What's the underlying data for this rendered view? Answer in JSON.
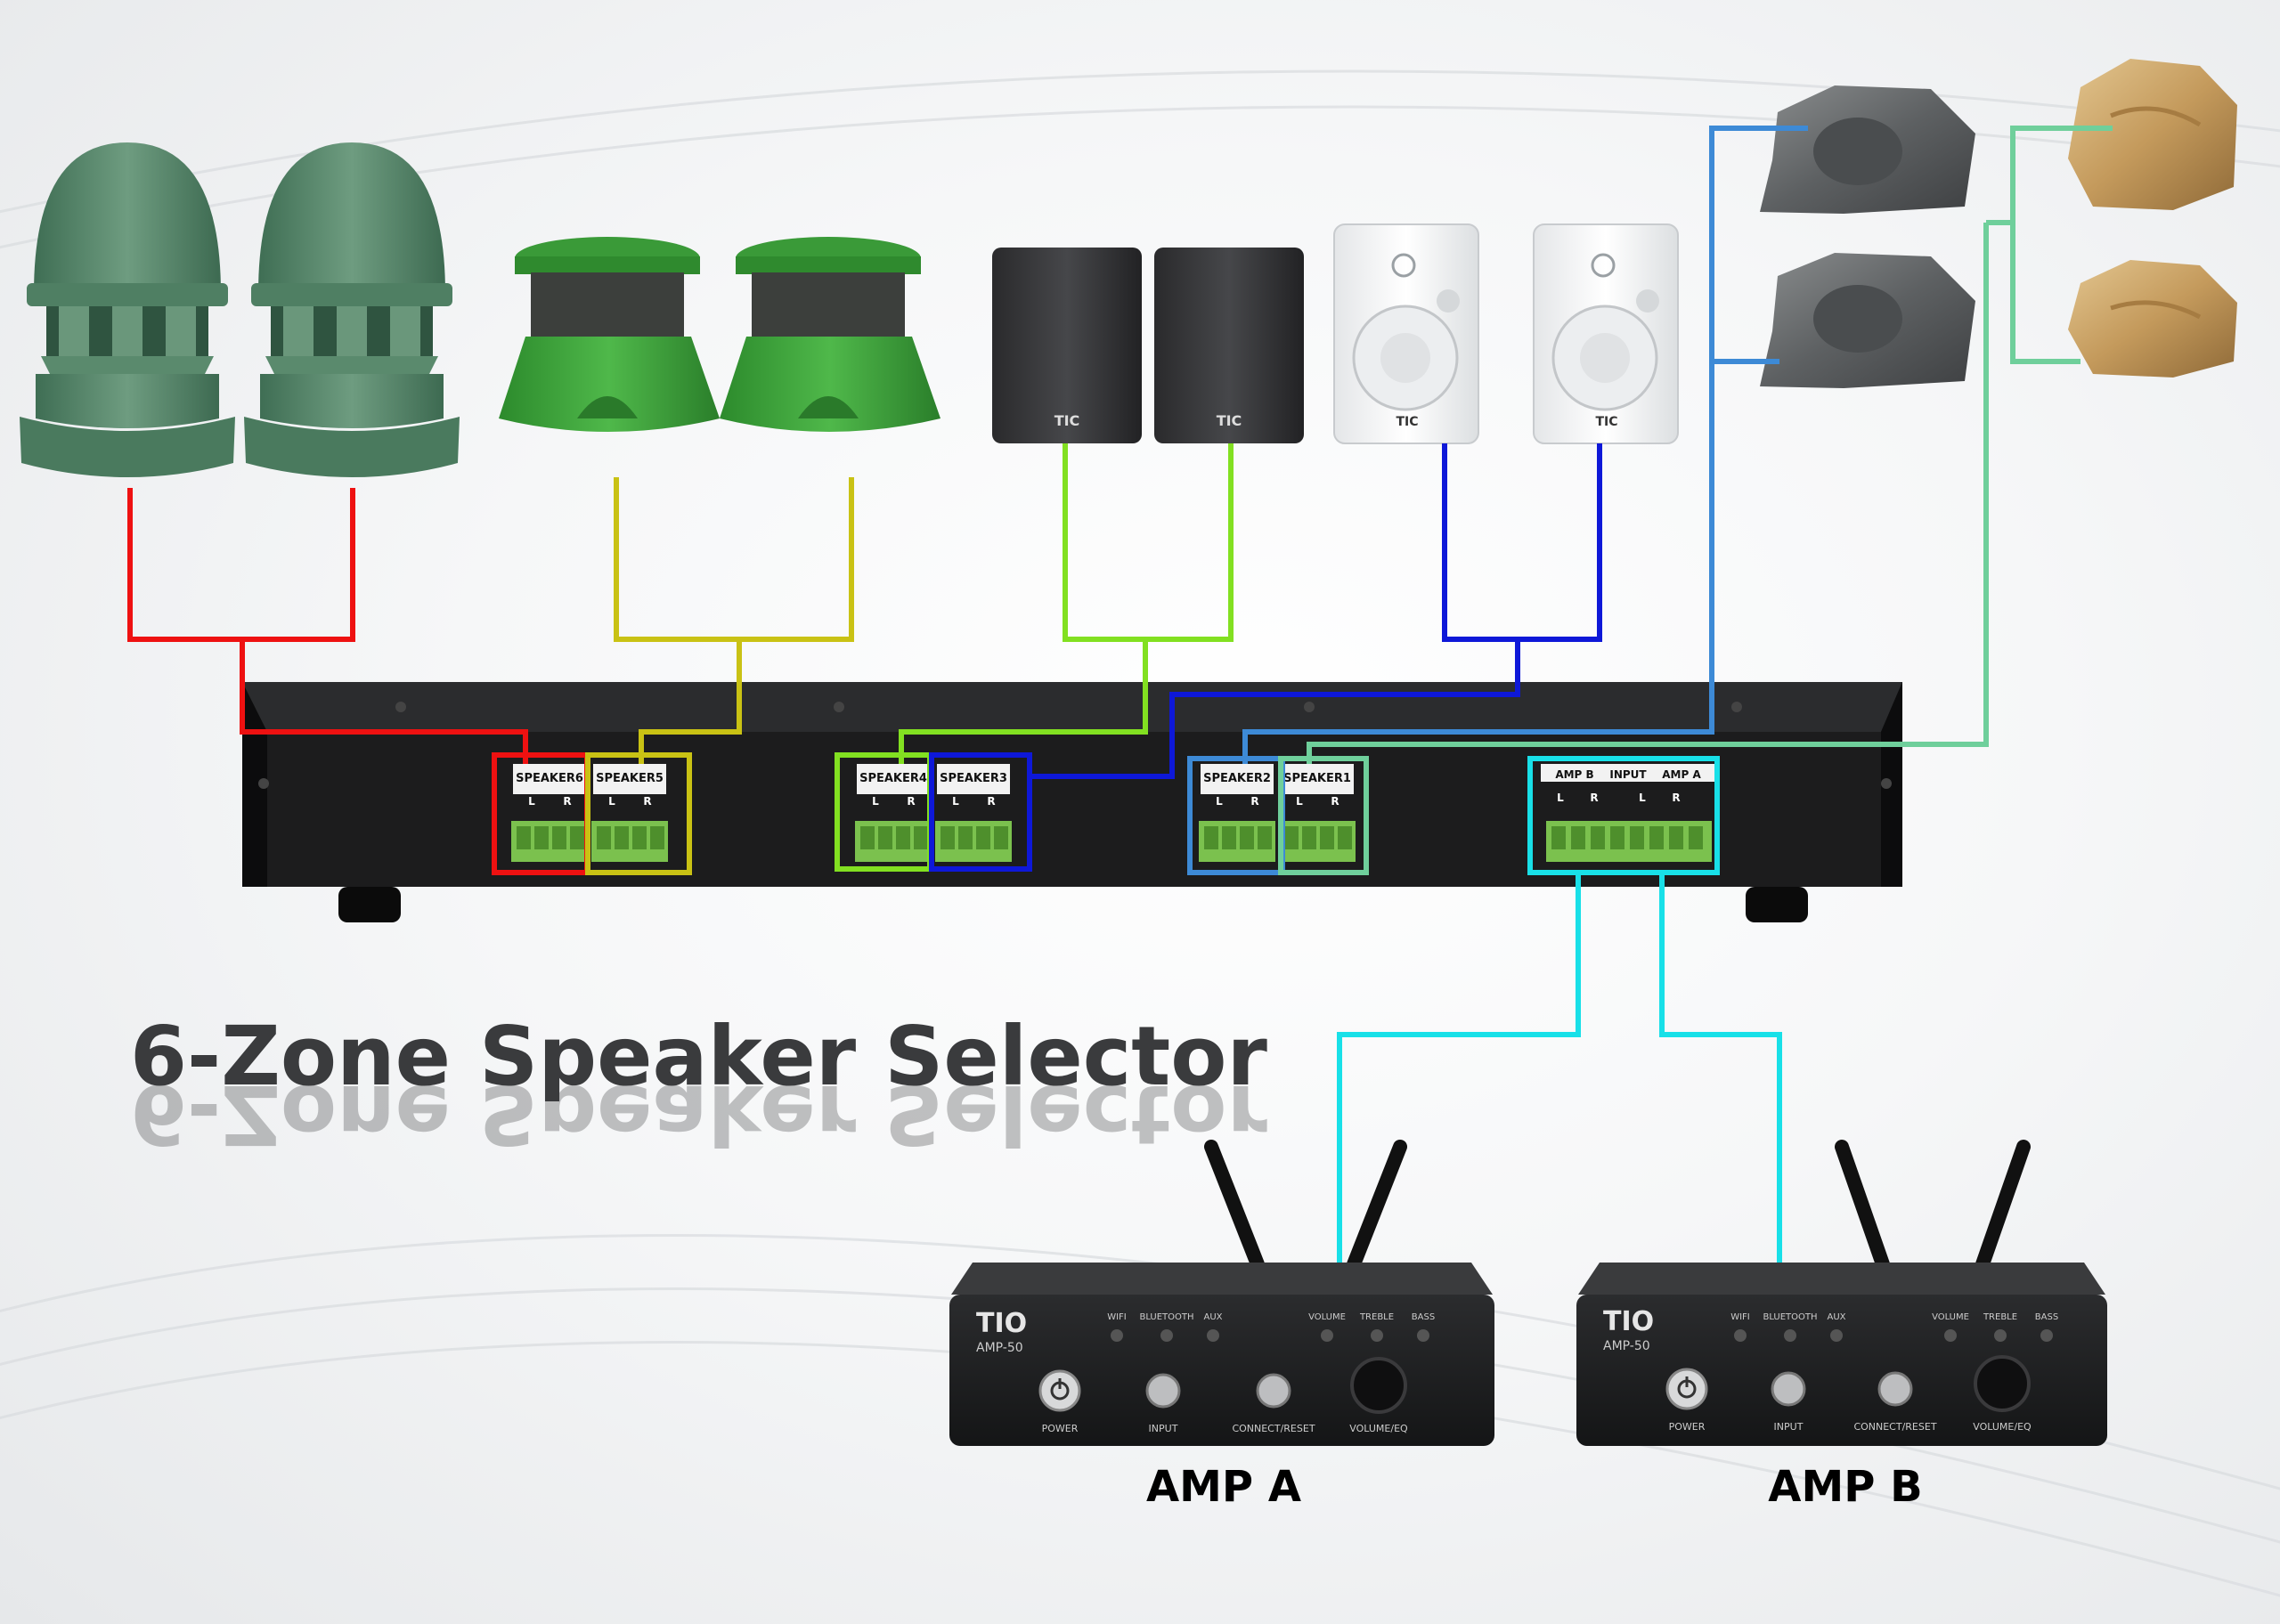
{
  "title": "6-Zone Speaker Selector",
  "selector": {
    "terminals": [
      "SPEAKER6",
      "SPEAKER5",
      "SPEAKER4",
      "SPEAKER3",
      "SPEAKER2",
      "SPEAKER1"
    ],
    "channel_left": "L",
    "channel_right": "R",
    "input_block": {
      "amp_b": "AMP B",
      "input": "INPUT",
      "amp_a": "AMP A"
    }
  },
  "zones": [
    {
      "zone": "SPEAKER6",
      "speaker": "green outdoor 360 speakers",
      "wire_color": "#ee1111"
    },
    {
      "zone": "SPEAKER5",
      "speaker": "green in-ground speakers",
      "wire_color": "#c9c214"
    },
    {
      "zone": "SPEAKER4",
      "speaker": "black wall speakers",
      "wire_color": "#82e021"
    },
    {
      "zone": "SPEAKER3",
      "speaker": "white wall speakers",
      "wire_color": "#0e18d8"
    },
    {
      "zone": "SPEAKER2",
      "speaker": "grey rock speakers",
      "wire_color": "#3d8ad6"
    },
    {
      "zone": "SPEAKER1",
      "speaker": "sandstone rock speakers",
      "wire_color": "#6fcf9b"
    }
  ],
  "input_wire_color": "#18e0e8",
  "amplifiers": [
    {
      "label": "AMP A",
      "brand": "TIO",
      "model": "AMP-50",
      "indicators": [
        "WIFI",
        "BLUETOOTH",
        "AUX"
      ],
      "eq_labels": [
        "VOLUME",
        "TREBLE",
        "BASS"
      ],
      "buttons": [
        "POWER",
        "INPUT",
        "CONNECT/RESET"
      ],
      "knob_label": "VOLUME/EQ"
    },
    {
      "label": "AMP B",
      "brand": "TIO",
      "model": "AMP-50",
      "indicators": [
        "WIFI",
        "BLUETOOTH",
        "AUX"
      ],
      "eq_labels": [
        "VOLUME",
        "TREBLE",
        "BASS"
      ],
      "buttons": [
        "POWER",
        "INPUT",
        "CONNECT/RESET"
      ],
      "knob_label": "VOLUME/EQ"
    }
  ],
  "speaker_brand": "TIC",
  "colors": {
    "selector_body": "#1a1a1a",
    "terminal_green": "#7bc14e",
    "title_text": "#3a3b3d"
  }
}
